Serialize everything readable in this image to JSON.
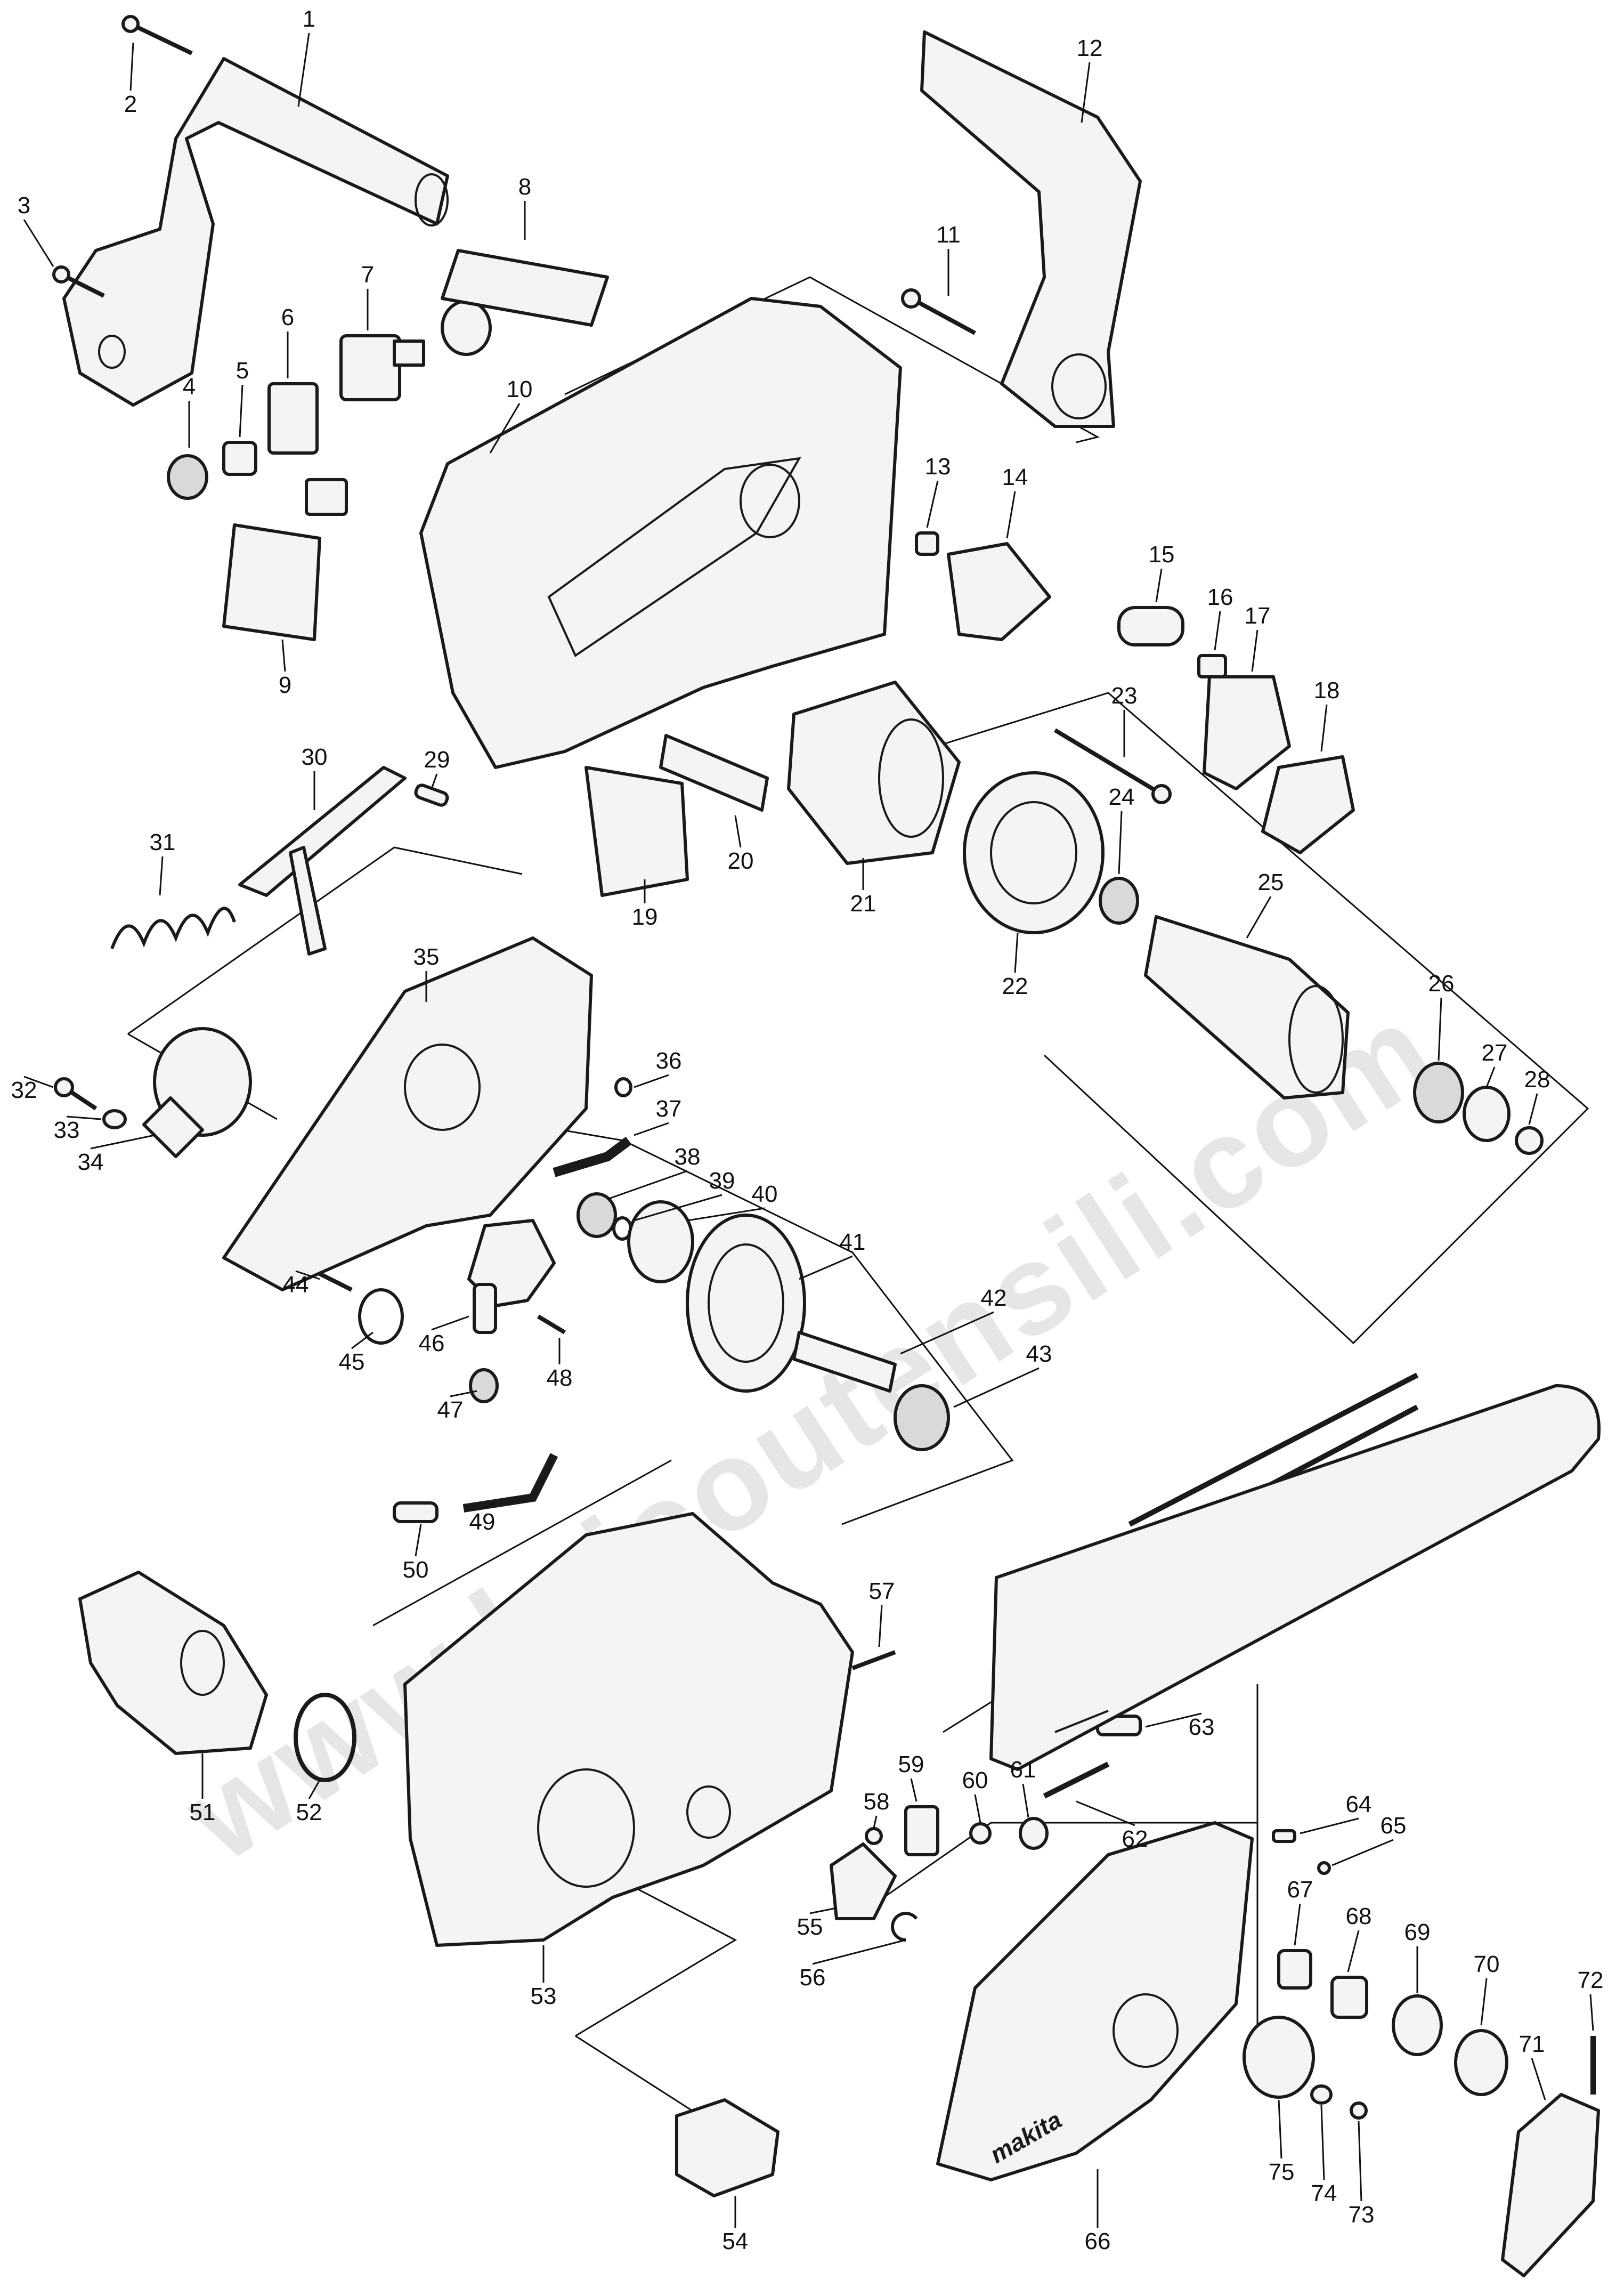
{
  "watermark": "www.bricoutensili.com",
  "brand_logo": "makita",
  "colors": {
    "line": "#1a1a1a",
    "part_fill": "#f4f4f4",
    "watermark": "#c8c8c8"
  },
  "parts": [
    "1",
    "2",
    "3",
    "4",
    "5",
    "6",
    "7",
    "8",
    "9",
    "10",
    "11",
    "12",
    "13",
    "14",
    "15",
    "16",
    "17",
    "18",
    "19",
    "20",
    "21",
    "22",
    "23",
    "24",
    "25",
    "26",
    "27",
    "28",
    "29",
    "30",
    "31",
    "32",
    "33",
    "34",
    "35",
    "36",
    "37",
    "38",
    "39",
    "40",
    "41",
    "42",
    "43",
    "44",
    "45",
    "46",
    "47",
    "48",
    "49",
    "50",
    "51",
    "52",
    "53",
    "54",
    "55",
    "56",
    "57",
    "58",
    "59",
    "60",
    "61",
    "62",
    "63",
    "64",
    "65",
    "66",
    "67",
    "68",
    "69",
    "70",
    "71",
    "72",
    "73",
    "74",
    "75"
  ]
}
